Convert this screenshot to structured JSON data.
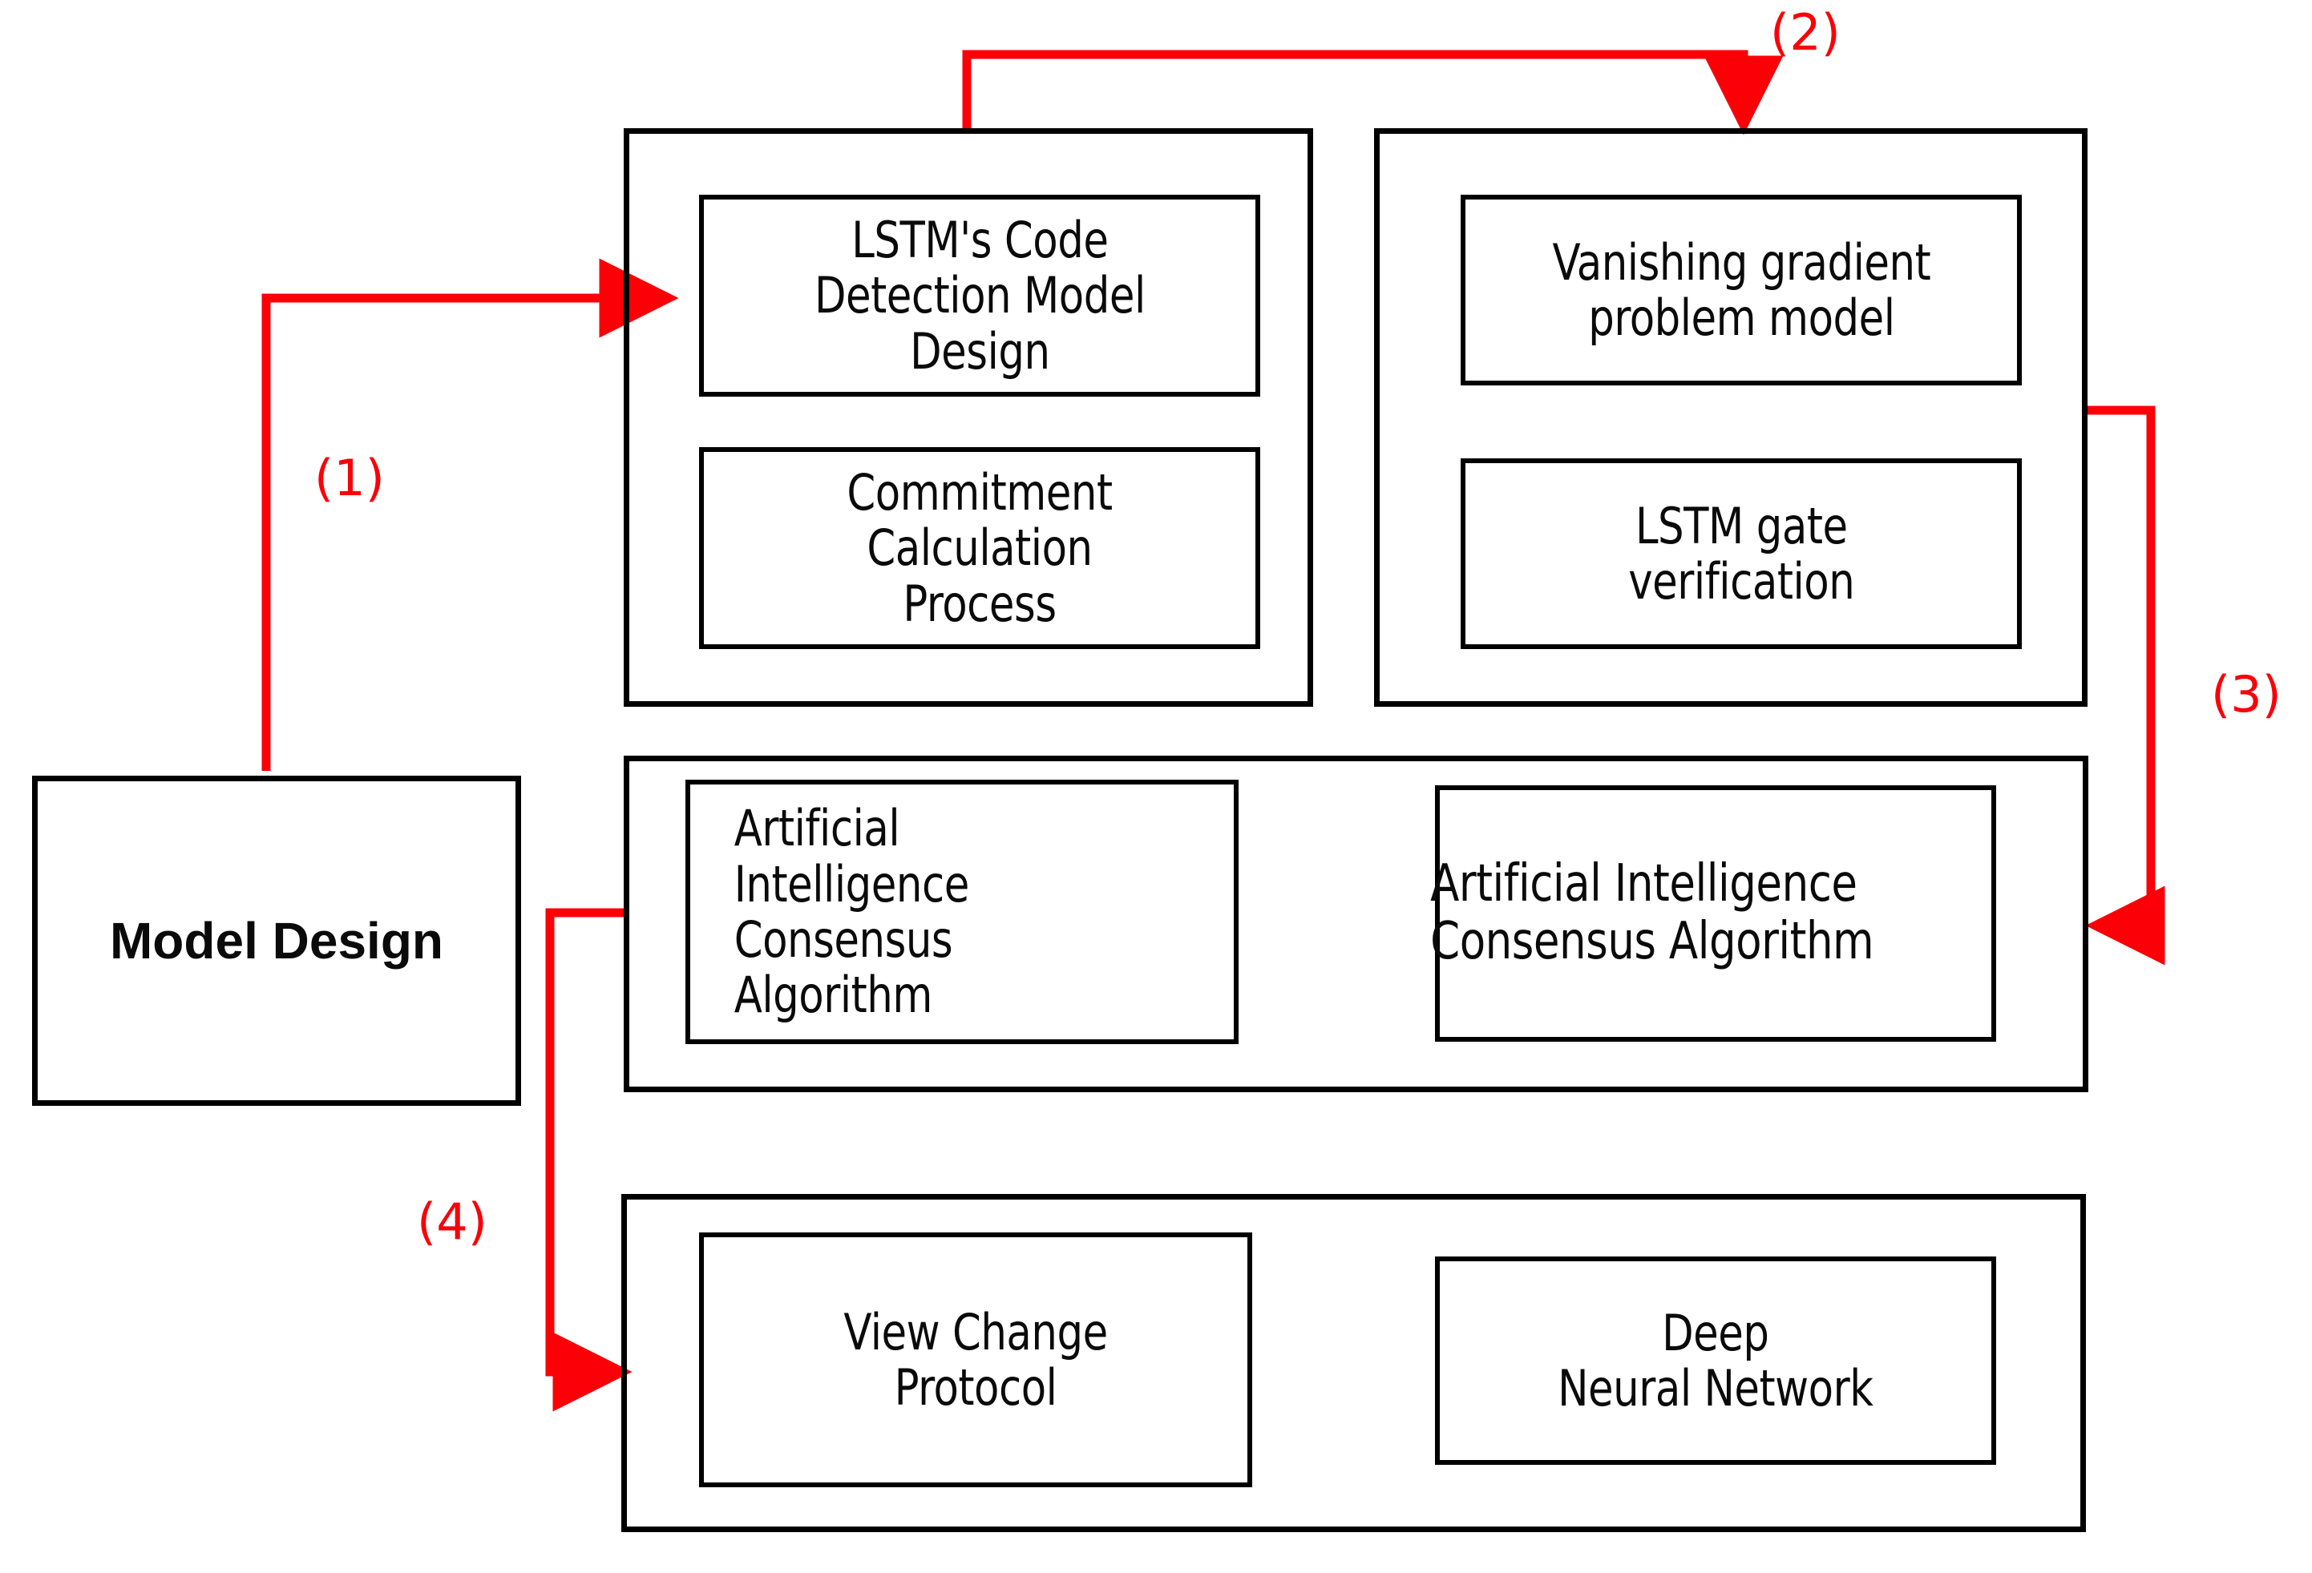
{
  "diagram": {
    "title": "Model Design flow diagram",
    "accent_color": "#fb0007",
    "line_color": "#000000",
    "background": "#ffffff",
    "root": {
      "label": "Model Design"
    },
    "panels": [
      {
        "id": "lstm-panel",
        "nodes": [
          {
            "id": "lstm-code-detection",
            "label": "LSTM's Code\nDetection Model\nDesign"
          },
          {
            "id": "commitment-calculation",
            "label": "Commitment\nCalculation\nProcess"
          }
        ]
      },
      {
        "id": "gradient-panel",
        "nodes": [
          {
            "id": "vanishing-gradient",
            "label": "Vanishing gradient\nproblem model"
          },
          {
            "id": "lstm-gate-verification",
            "label": "LSTM gate\nverification"
          }
        ]
      },
      {
        "id": "consensus-panel",
        "nodes": [
          {
            "id": "ai-consensus-left",
            "label": "Artificial\nIntelligence\nConsensus\nAlgorithm"
          },
          {
            "id": "ai-consensus-right",
            "label": "Artificial Intelligence\nConsensus Algorithm"
          }
        ]
      },
      {
        "id": "protocol-panel",
        "nodes": [
          {
            "id": "view-change-protocol",
            "label": "View Change\nProtocol"
          },
          {
            "id": "deep-neural-network",
            "label": "Deep\nNeural Network"
          }
        ]
      }
    ],
    "arrows": [
      {
        "id": "arrow-1",
        "label": "(1)",
        "from": "root",
        "to": "lstm-code-detection"
      },
      {
        "id": "arrow-2",
        "label": "(2)",
        "from": "lstm-panel",
        "to": "gradient-panel"
      },
      {
        "id": "arrow-3",
        "label": "(3)",
        "from": "gradient-panel",
        "to": "consensus-panel"
      },
      {
        "id": "arrow-4",
        "label": "(4)",
        "from": "consensus-panel",
        "to": "protocol-panel"
      }
    ]
  }
}
